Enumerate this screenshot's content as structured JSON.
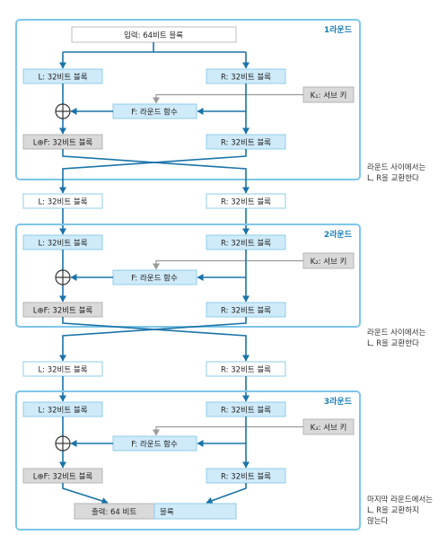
{
  "colors": {
    "round_border": "#7ec6ea",
    "blue_box": "#cfeaf9",
    "blue_box_border": "#8fcde9",
    "gray_box": "#d9d9d9",
    "gray_box_border": "#b5b5b5",
    "white_box_border": "#bdbdbd",
    "arrow_blue": "#1a73a8",
    "arrow_gray": "#9a9a9a",
    "label_blue": "#1a7fb5"
  },
  "input_block": "입력: 64비트 블록",
  "rounds": [
    {
      "label": "1라운드",
      "left_in": "L: 32비트 블록",
      "right_in": "R: 32비트 블록",
      "subkey": "K₁: 서브 키",
      "function": "F: 라운드 함수",
      "left_out": "L⊕F: 32비트 블록",
      "right_out": "R: 32비트 블록"
    },
    {
      "label": "2라운드",
      "left_in": "L: 32비트 블록",
      "right_in": "R: 32비트 블록",
      "subkey": "K₂: 서브 키",
      "function": "F: 라운드 함수",
      "left_out": "L⊕F: 32비트 블록",
      "right_out": "R: 32비트 블록"
    },
    {
      "label": "3라운드",
      "left_in": "L: 32비트 블록",
      "right_in": "R: 32비트 블록",
      "subkey": "K₃: 서브 키",
      "function": "F: 라운드 함수",
      "left_out": "L⊕F: 32비트 블록",
      "right_out": "R: 32비트 블록"
    }
  ],
  "between": [
    {
      "left": "L: 32비트 블록",
      "right": "R: 32비트 블록",
      "note": [
        "라운드 사이에서는",
        "L, R을 교환한다"
      ]
    },
    {
      "left": "L: 32비트 블록",
      "right": "R: 32비트 블록",
      "note": [
        "라운드 사이에서는",
        "L, R을 교환한다"
      ]
    }
  ],
  "output_block": {
    "left": "출력: 64 비트",
    "right": "블록"
  },
  "final_note": [
    "마지막 라운드에서는",
    "L, R을 교환하지",
    "않는다"
  ]
}
